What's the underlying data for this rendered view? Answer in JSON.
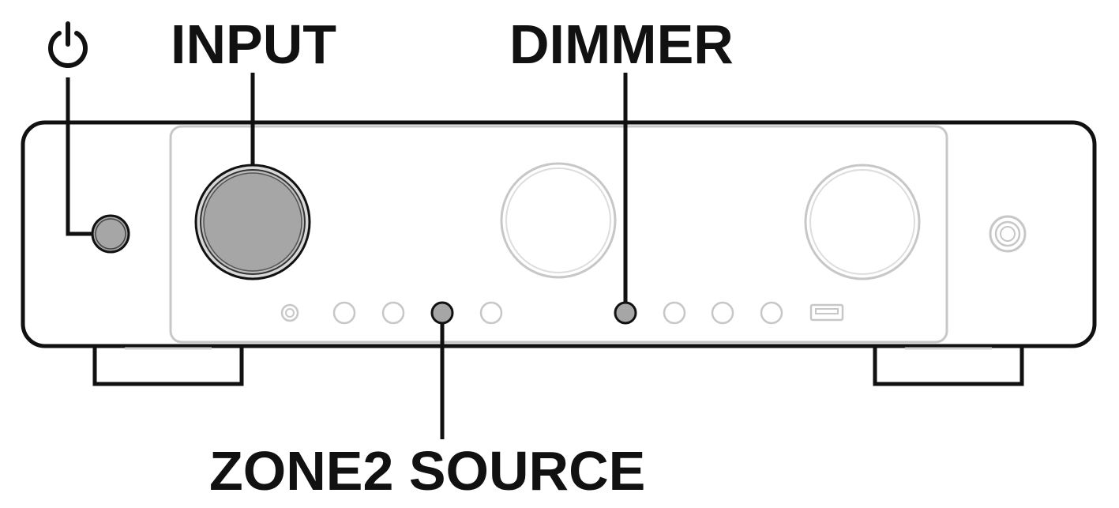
{
  "labels": {
    "power_symbol": "⏻",
    "input": "INPUT",
    "dimmer": "DIMMER",
    "zone2_source": "ZONE2 SOURCE"
  },
  "colors": {
    "outline": "#111111",
    "faded_outline": "#bdbdbd",
    "highlight_fill": "#a6a6a6",
    "background": "#ffffff"
  },
  "icons": {
    "power": "power-icon",
    "usb": "usb-port-icon"
  }
}
